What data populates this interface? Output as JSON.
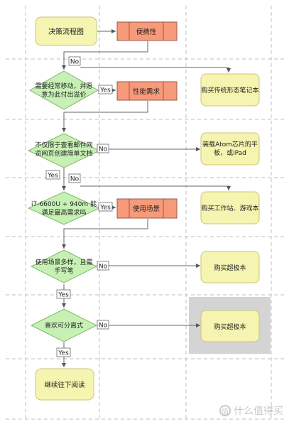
{
  "nodes": {
    "start": "决策流程图",
    "portability": "便携性",
    "q_mobile": [
      "需要经常移动，并愿",
      "意为此付出溢价"
    ],
    "performance_need": "性能需求",
    "buy_traditional": "购买传统形态笔记本",
    "q_light_use": [
      "不仅限于查看邮件网",
      "览网页创建简单文档"
    ],
    "atom_tablet": [
      "装载Atom芯片的平",
      "板，或iPad"
    ],
    "q_i7": [
      "i7-6600U + 940m 能",
      "满足最高需求吗"
    ],
    "usage_scenario": "使用场景",
    "buy_workstation": "购买工作站、游戏本",
    "q_diverse": [
      "使用场景多样，且需",
      "手写笔"
    ],
    "buy_ultrabook_1": "购买超极本",
    "q_detachable": "喜欢可分离式",
    "buy_ultrabook_2": "购买超极本",
    "continue": "继续往下阅读"
  },
  "edge_labels": {
    "no_1": "No",
    "yes_1": "Yes",
    "no_2": "No",
    "yes_2": "Yes",
    "no_3": "No",
    "yes_3": "Yes",
    "no_4": "No",
    "yes_4": "Yes",
    "no_5": "No",
    "yes_5": "Yes"
  },
  "watermark": "什么值得买",
  "watermark_glyph": "值",
  "colors": {
    "terminal_fill": "#f5f4b0",
    "terminal_stroke": "#c9c77a",
    "process_fill": "#f79a7a",
    "process_stroke": "#9a5a4a",
    "decision_fill": "#c7f0b5",
    "decision_stroke": "#7fb86a",
    "highlight_bg": "#d4d4d4"
  }
}
